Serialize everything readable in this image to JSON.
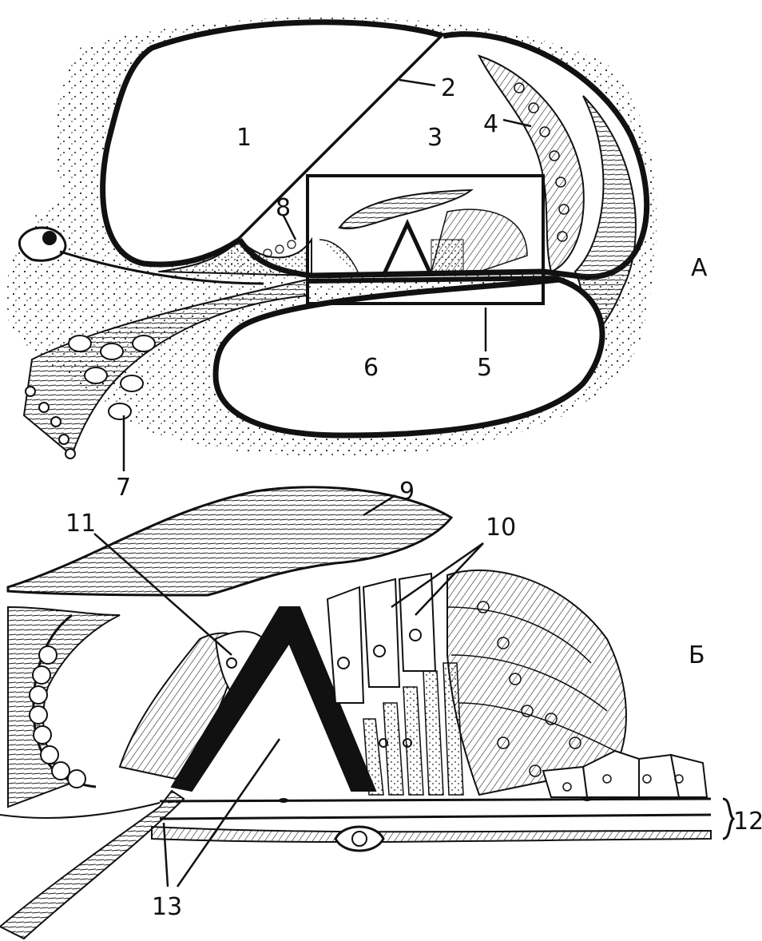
{
  "diagram": {
    "panels": [
      {
        "id": "a",
        "label": "А"
      },
      {
        "id": "b",
        "label": "Б"
      }
    ],
    "labels": [
      "1",
      "2",
      "3",
      "4",
      "5",
      "6",
      "7",
      "8",
      "9",
      "10",
      "11",
      "12",
      "13"
    ],
    "colors": {
      "ink": "#111111",
      "background": "#ffffff"
    }
  }
}
